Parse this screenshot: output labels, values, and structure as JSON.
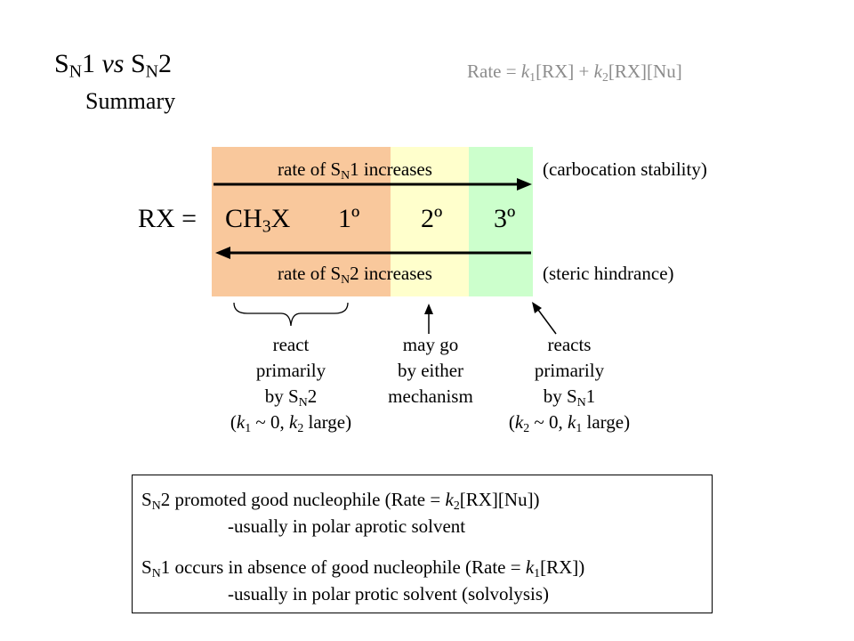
{
  "colors": {
    "band_primary": "#f9c89c",
    "band_secondary": "#ffffcc",
    "band_tertiary": "#ccffcc",
    "rate_text": "#8c8c8c"
  },
  "header": {
    "title_s": "S",
    "title_n1": "N",
    "title_1": "1 ",
    "title_vs": "vs",
    "title_s2": " S",
    "title_n2": "N",
    "title_2": "2",
    "subtitle": "Summary"
  },
  "rate_law": {
    "prefix": "Rate = ",
    "k1": "k",
    "k1_sub": "1",
    "mid": "[RX] + ",
    "k2": "k",
    "k2_sub": "2",
    "suffix": "[RX][Nu]"
  },
  "spectrum": {
    "top_label_pre": "rate of S",
    "top_label_sub": "N",
    "top_label_post": "1 increases",
    "top_note": "(carbocation stability)",
    "bottom_label_pre": "rate of S",
    "bottom_label_sub": "N",
    "bottom_label_post": "2 increases",
    "bottom_note": "(steric hindrance)",
    "rx_label": "RX =",
    "methyl_pre": "CH",
    "methyl_sub": "3",
    "methyl_post": "X",
    "primary": "1º",
    "secondary": "2º",
    "tertiary": "3º"
  },
  "annotations": {
    "left": {
      "line1": "react",
      "line2": "primarily",
      "line3_pre": "by S",
      "line3_sub": "N",
      "line3_post": "2",
      "line4_open": "(",
      "line4_k1": "k",
      "line4_k1_sub": "1",
      "line4_mid": " ~ 0, ",
      "line4_k2": "k",
      "line4_k2_sub": "2",
      "line4_post": " large)"
    },
    "middle": {
      "line1": "may go",
      "line2": "by either",
      "line3": "mechanism"
    },
    "right": {
      "line1": "reacts",
      "line2": "primarily",
      "line3_pre": "by S",
      "line3_sub": "N",
      "line3_post": "1",
      "line4_open": "(",
      "line4_k2": "k",
      "line4_k2_sub": "2",
      "line4_mid": " ~ 0, ",
      "line4_k1": "k",
      "line4_k1_sub": "1",
      "line4_post": " large)"
    }
  },
  "summary_box": {
    "sn2_pre": "S",
    "sn2_sub": "N",
    "sn2_text": "2 promoted good nucleophile  (Rate = ",
    "sn2_k": "k",
    "sn2_k_sub": "2",
    "sn2_post": "[RX][Nu])",
    "sn2_note": "-usually in polar aprotic solvent",
    "sn1_pre": "S",
    "sn1_sub": "N",
    "sn1_text": "1 occurs in absence of good nucleophile (Rate = ",
    "sn1_k": "k",
    "sn1_k_sub": "1",
    "sn1_post": "[RX])",
    "sn1_note": "-usually in polar protic solvent (solvolysis)"
  }
}
